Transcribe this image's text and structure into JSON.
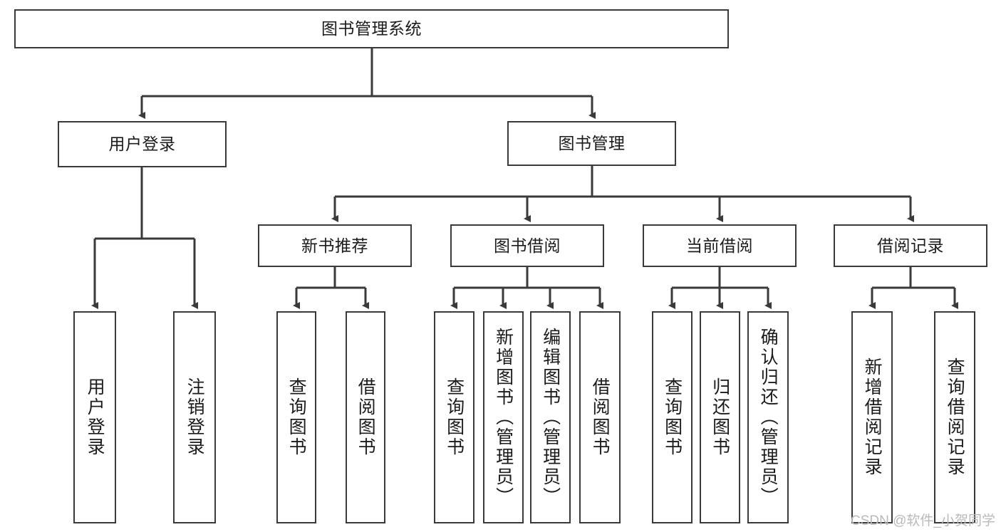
{
  "diagram": {
    "type": "tree",
    "title": "图书管理系统",
    "watermark": "CSDN @软件_小贺同学",
    "colors": {
      "box_border": "#3a3a3a",
      "connector": "#3a3a3a",
      "background": "#ffffff",
      "text": "#1b1b1b",
      "watermark": "#b9b9b9"
    },
    "nodes": {
      "root": {
        "label": "图书管理系统"
      },
      "level2": [
        {
          "label": "用户登录"
        },
        {
          "label": "图书管理"
        }
      ],
      "level3": [
        {
          "label": "新书推荐"
        },
        {
          "label": "图书借阅"
        },
        {
          "label": "当前借阅"
        },
        {
          "label": "借阅记录"
        }
      ],
      "leaves_user_login": [
        {
          "label": "用户登录"
        },
        {
          "label": "注销登录"
        }
      ],
      "leaves_new_book": [
        {
          "label": "查询图书"
        },
        {
          "label": "借阅图书"
        }
      ],
      "leaves_borrow": [
        {
          "label": "查询图书"
        },
        {
          "label": "新增图书（管理员）"
        },
        {
          "label": "编辑图书（管理员）"
        },
        {
          "label": "借阅图书"
        }
      ],
      "leaves_current": [
        {
          "label": "查询图书"
        },
        {
          "label": "归还图书"
        },
        {
          "label": "确认归还（管理员）"
        }
      ],
      "leaves_records": [
        {
          "label": "新增借阅记录"
        },
        {
          "label": "查询借阅记录"
        }
      ]
    }
  }
}
